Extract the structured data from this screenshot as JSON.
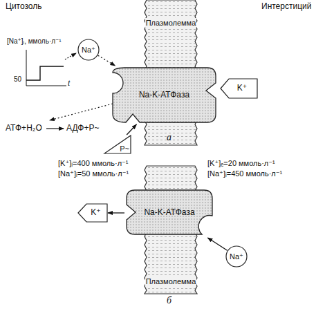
{
  "diagram": {
    "nodes": [
      {
        "text": [
          "Плазмолемма"
        ]
      },
      {
        "text": [
          "Na⁺"
        ]
      },
      {
        "text": [
          "Na-K-АТФаза"
        ]
      },
      {
        "text": [
          "K⁺"
        ]
      },
      {
        "text": [
          "P~"
        ]
      },
      {
        "text": [
          "Плазмолемма"
        ]
      },
      {
        "text": [
          "K⁺"
        ]
      },
      {
        "text": [
          "Na-K-АТФаза"
        ]
      },
      {
        "text": [
          "Na⁺"
        ]
      }
    ],
    "edges": [
      {
        "from": 1,
        "to": 2,
        "arrow": "to"
      },
      {
        "from": 4,
        "to": 2,
        "arrow": "to"
      },
      {
        "from": 7,
        "to": 6,
        "arrow": "to"
      },
      {
        "from": 8,
        "to": 7,
        "arrow": "to"
      }
    ],
    "labels": [
      "Цитозоль",
      "Интерстиций",
      "[Na⁺]ᵢ, ммоль·л⁻¹",
      "50",
      "t",
      "АТФ+H₂O",
      "АДФ+P~",
      "а",
      "[K⁺]ᵢ=400 ммоль·л⁻¹",
      "[Na⁺]ᵢ=50 ммоль·л⁻¹",
      "[K⁺]ₑ=20 ммоль·л⁻¹",
      "[Na⁺]ᵢ=450 ммоль·л⁻¹",
      "б"
    ]
  }
}
